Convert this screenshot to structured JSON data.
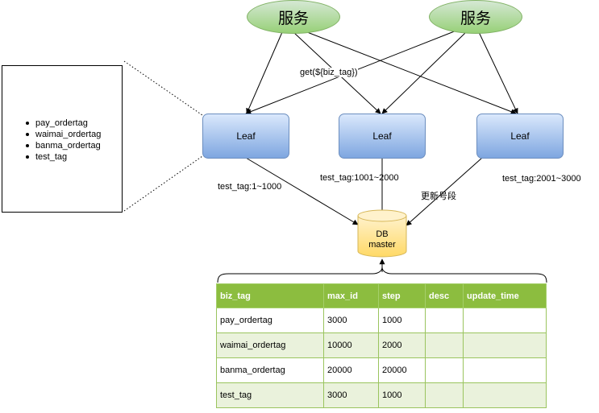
{
  "services": [
    {
      "label": "服务"
    },
    {
      "label": "服务"
    }
  ],
  "leaves": [
    {
      "label": "Leaf"
    },
    {
      "label": "Leaf"
    },
    {
      "label": "Leaf"
    }
  ],
  "edge_labels": {
    "get_call": "get(${biz_tag})",
    "leaf1_range": "test_tag:1~1000",
    "leaf2_range": "test_tag:1001~2000",
    "leaf3_range": "test_tag:2001~3000",
    "update_segment": "更新号段"
  },
  "tag_list": [
    "pay_ordertag",
    "waimai_ordertag",
    "banma_ordertag",
    "test_tag"
  ],
  "db": {
    "line1": "DB",
    "line2": "master"
  },
  "table": {
    "headers": [
      "biz_tag",
      "max_id",
      "step",
      "desc",
      "update_time"
    ],
    "rows": [
      [
        "pay_ordertag",
        "3000",
        "1000",
        "",
        ""
      ],
      [
        "waimai_ordertag",
        "10000",
        "2000",
        "",
        ""
      ],
      [
        "banma_ordertag",
        "20000",
        "20000",
        "",
        ""
      ],
      [
        "test_tag",
        "3000",
        "1000",
        "",
        ""
      ]
    ]
  },
  "colors": {
    "service_fill": "#b9dc9f",
    "leaf_fill": "#a9c4ee",
    "db_fill": "#ffe9a6",
    "table_header": "#8cbd3f",
    "table_alt_row": "#eaf2dc"
  }
}
